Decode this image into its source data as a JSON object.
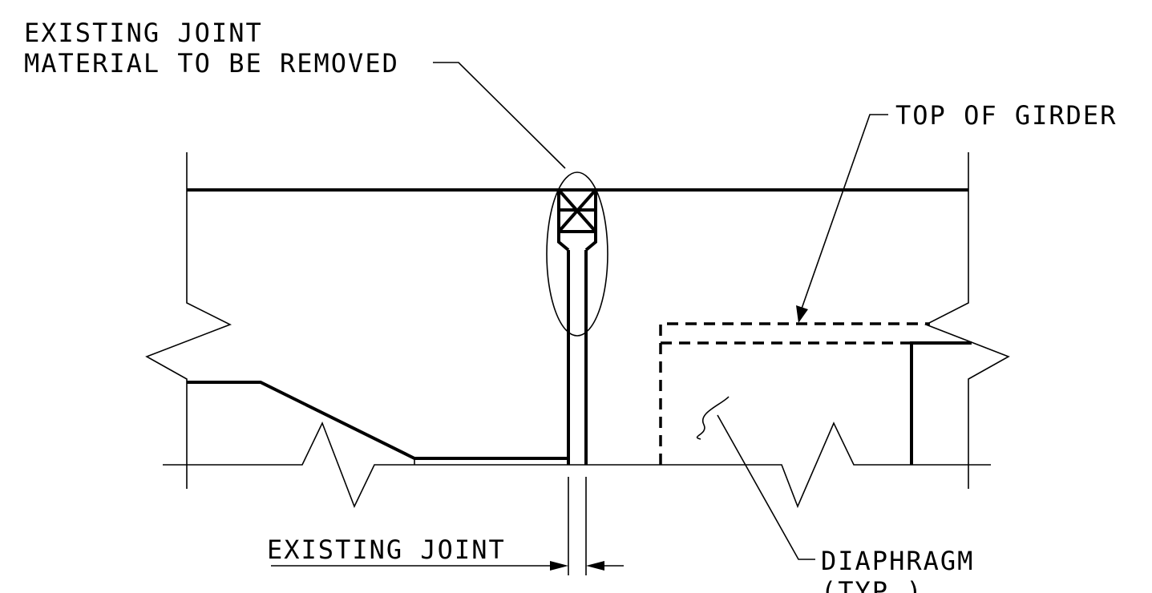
{
  "labels": {
    "existing_joint_material_line1": "EXISTING JOINT",
    "existing_joint_material_line2": "MATERIAL TO BE REMOVED",
    "top_of_girder": "TOP OF GIRDER",
    "existing_joint": "EXISTING JOINT",
    "diaphragm_line1": "DIAPHRAGM",
    "diaphragm_line2": "(TYP.)"
  }
}
